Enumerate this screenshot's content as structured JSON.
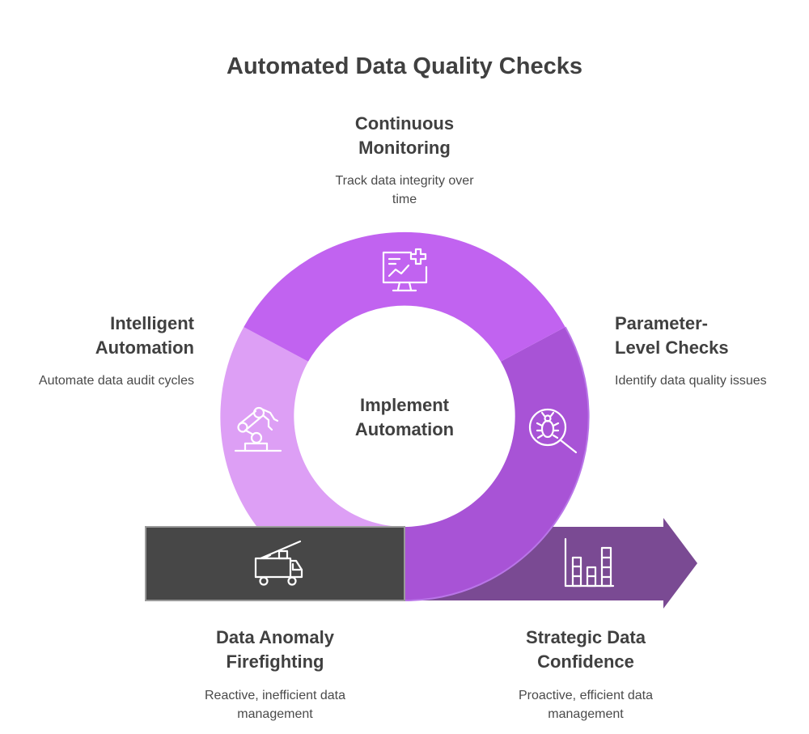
{
  "title": "Automated Data Quality Checks",
  "center_label": "Implement Automation",
  "stages": {
    "continuous_monitoring": {
      "heading": "Continuous Monitoring",
      "description": "Track data integrity over time",
      "icon": "monitor-chart-plus-icon",
      "color": "#c163f0"
    },
    "parameter_checks": {
      "heading": "Parameter-Level Checks",
      "description": "Identify data quality issues",
      "icon": "bug-magnifier-icon",
      "color": "#a853d6"
    },
    "intelligent_automation": {
      "heading": "Intelligent Automation",
      "description": "Automate data audit cycles",
      "icon": "robot-arm-icon",
      "color": "#dd9ff5"
    }
  },
  "outcomes": {
    "before": {
      "heading": "Data Anomaly Firefighting",
      "description": "Reactive, inefficient data management",
      "icon": "fire-truck-icon",
      "color": "#474747"
    },
    "after": {
      "heading": "Strategic Data Confidence",
      "description": "Proactive, efficient data management",
      "icon": "bar-chart-icon",
      "color": "#7a4a93"
    }
  }
}
